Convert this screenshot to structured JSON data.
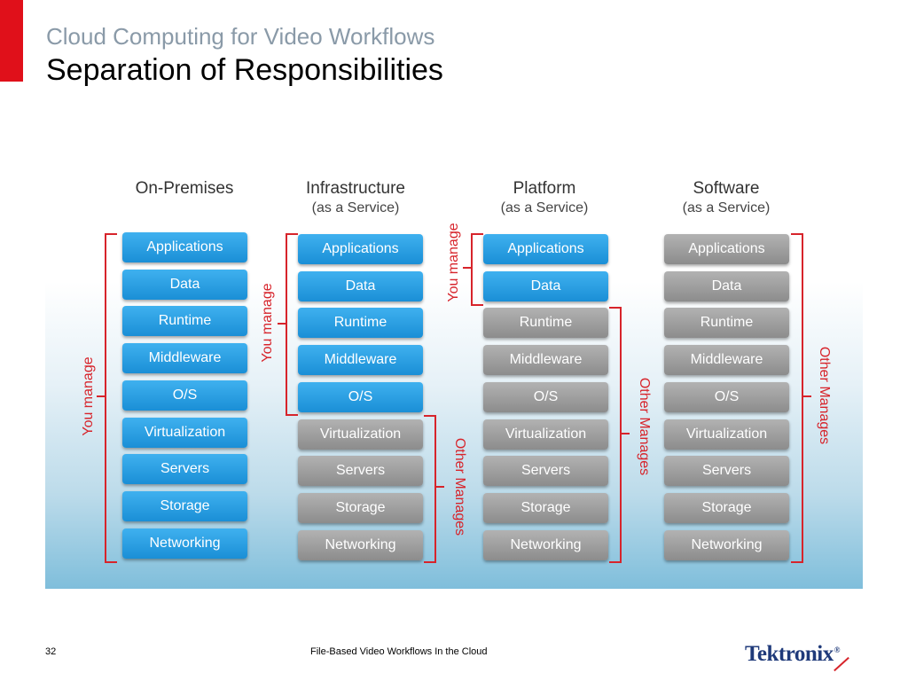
{
  "header": {
    "subtitle": "Cloud Computing for Video Workflows",
    "title": "Separation of Responsibilities"
  },
  "columns": [
    {
      "title": "On-Premises",
      "subtitle": ""
    },
    {
      "title": "Infrastructure",
      "subtitle": "(as a Service)"
    },
    {
      "title": "Platform",
      "subtitle": "(as a Service)"
    },
    {
      "title": "Software",
      "subtitle": "(as a Service)"
    }
  ],
  "layers": [
    "Applications",
    "Data",
    "Runtime",
    "Middleware",
    "O/S",
    "Virtualization",
    "Servers",
    "Storage",
    "Networking"
  ],
  "you_managed_layer_count": [
    9,
    5,
    2,
    0
  ],
  "labels": {
    "you_manage": "You manage",
    "other_manages": "Other Manages"
  },
  "colors": {
    "you_manage": "#1f97dd",
    "other_manages": "#9a9a9a",
    "bracket": "#d7242b",
    "brand_red": "#e0101a"
  },
  "footer": {
    "page_number": "32",
    "text": "File-Based Video Workflows In the Cloud",
    "logo": "Tektronix",
    "logo_mark": "®"
  }
}
